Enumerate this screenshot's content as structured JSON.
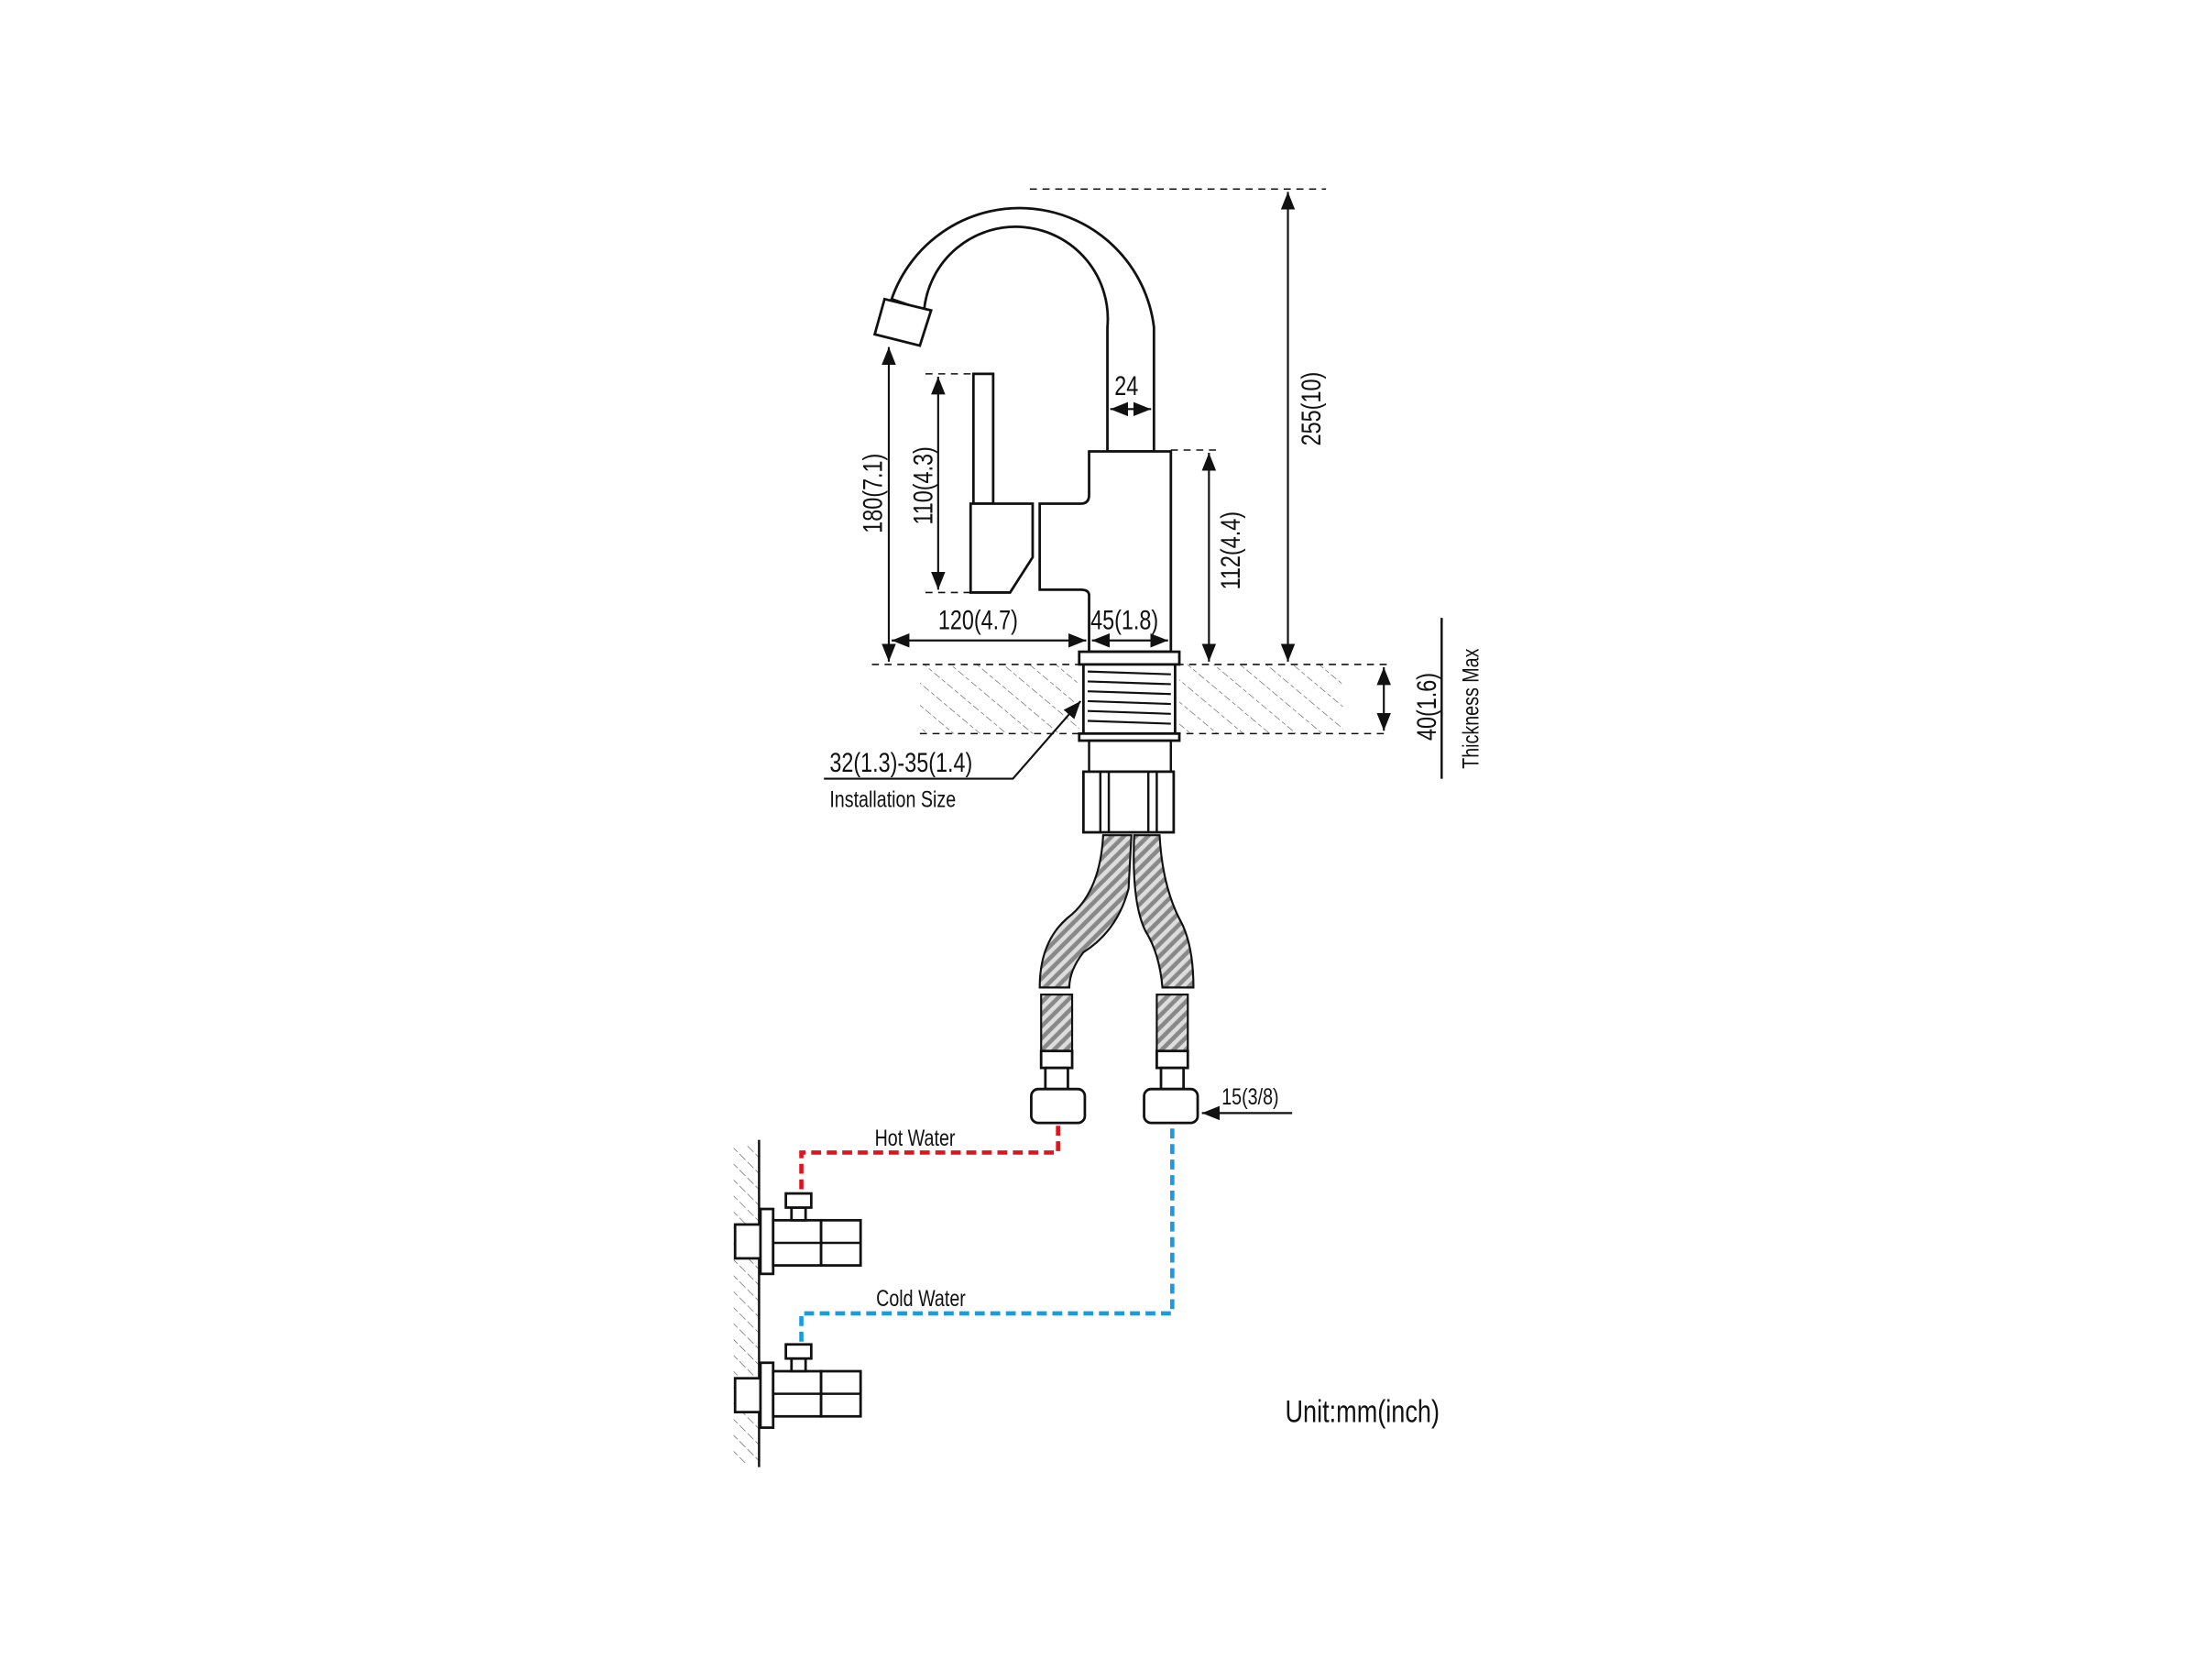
{
  "dimensions": {
    "total_height": "255(10)",
    "spout_height": "180(7.1)",
    "handle_height": "110(4.3)",
    "body_height": "112(4.4)",
    "spout_diameter": "24",
    "spout_reach": "120(4.7)",
    "base_diameter": "45(1.8)",
    "counter_thickness": "40(1.6)",
    "hose_connector": "15(3/8)",
    "installation_hole": "32(1.3)-35(1.4)"
  },
  "labels": {
    "installation_size": "Installation Size",
    "thickness_max": "Thickness Max",
    "hot_water": "Hot Water",
    "cold_water": "Cold Water",
    "unit": "Unit:mm(inch)"
  },
  "colors": {
    "hot_line": "#e0141e",
    "cold_line": "#1a9be0"
  }
}
